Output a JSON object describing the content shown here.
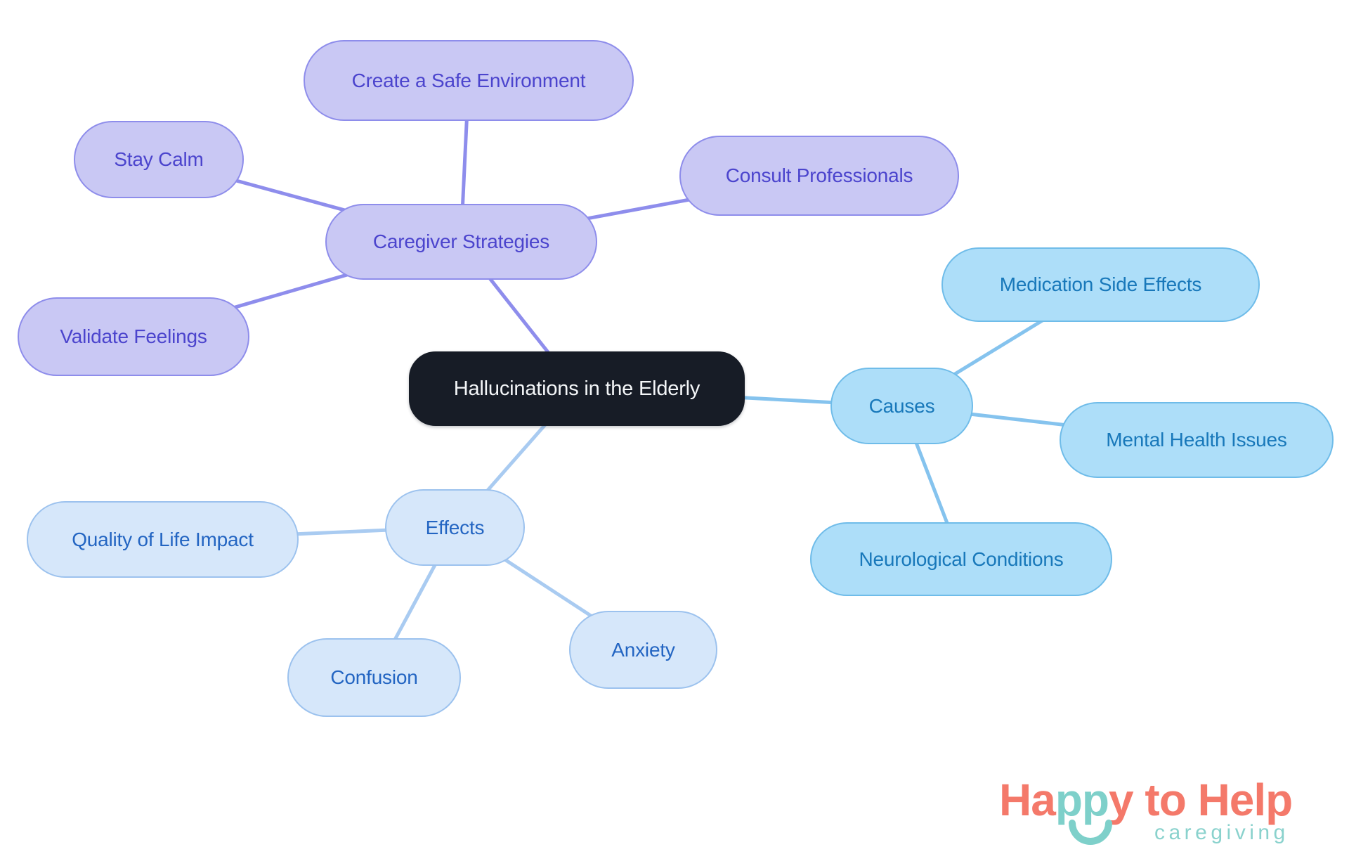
{
  "page": {
    "background": "#ffffff"
  },
  "mindmap": {
    "central": {
      "label": "Hallucinations in the Elderly",
      "bg": "#171c26",
      "text_color": "#f4f6f8"
    },
    "branches": [
      {
        "label": "Caregiver Strategies",
        "fill": "#c9c8f4",
        "border": "#8e8deb",
        "text_color": "#4b44cd",
        "edge_color": "#8e8dec",
        "children": [
          {
            "label": "Create a Safe Environment"
          },
          {
            "label": "Stay Calm"
          },
          {
            "label": "Consult Professionals"
          },
          {
            "label": "Validate Feelings"
          }
        ]
      },
      {
        "label": "Causes",
        "fill": "#addef9",
        "border": "#6fbce9",
        "text_color": "#1878ba",
        "edge_color": "#85c3ee",
        "children": [
          {
            "label": "Medication Side Effects"
          },
          {
            "label": "Mental Health Issues"
          },
          {
            "label": "Neurological Conditions"
          }
        ]
      },
      {
        "label": "Effects",
        "fill": "#d6e7fa",
        "border": "#9cc2ee",
        "text_color": "#2365c2",
        "edge_color": "#a9cbf1",
        "children": [
          {
            "label": "Quality of Life Impact"
          },
          {
            "label": "Confusion"
          },
          {
            "label": "Anxiety"
          }
        ]
      }
    ]
  },
  "logo": {
    "segments": [
      {
        "text": "Ha",
        "color": "coral"
      },
      {
        "text": "pp",
        "color": "teal"
      },
      {
        "text": "y",
        "color": "coral"
      },
      {
        "text": " to Help",
        "color": "coral"
      }
    ],
    "tagline": "caregiving",
    "coral": "#f4796a",
    "teal": "#7ed0ca",
    "tagline_color": "#8ad2cd"
  }
}
